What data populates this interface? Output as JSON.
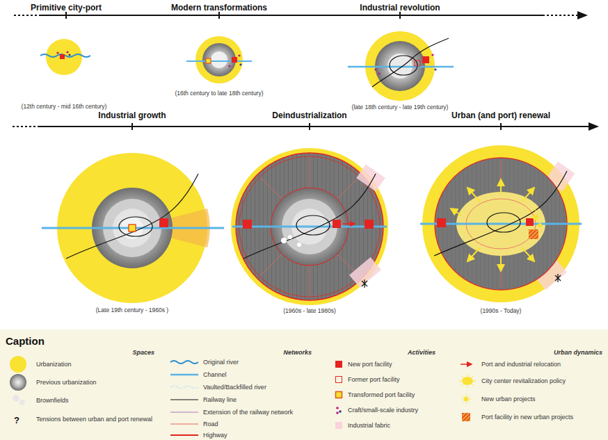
{
  "diagram": {
    "labels": [
      "Primitive city-port",
      "Modern transformations",
      "Industrial revolution",
      "(12th century - mid 16th century)",
      "(16th century to late 18th century)",
      "(late 18th century - late 19th century)",
      "Industrial growth",
      "Deindustrialization",
      "Urban (and port) renewal",
      "(Late 19th century - 1960s )",
      "(1960s - late 1980s)",
      "(1990s - Today)",
      "Caption",
      "Spaces",
      "Networks",
      "Activities",
      "Urban dynamics",
      "?"
    ],
    "legend": [
      {
        "text": "Urbanization",
        "color": "#f9e231"
      },
      {
        "text": "Previous urbanization"
      },
      {
        "text": "Brownfields"
      },
      {
        "text": "Tensions between urban and port renewal"
      },
      {
        "text": "Original river"
      },
      {
        "text": "Channel"
      },
      {
        "text": "Vaulted/Backfilled river"
      },
      {
        "text": "Railway line"
      },
      {
        "text": "Extension of the railway network"
      },
      {
        "text": "Road"
      },
      {
        "text": "Highway"
      },
      {
        "text": "New port facility",
        "color": "#e52421"
      },
      {
        "text": "Former port facility"
      },
      {
        "text": "Transformed port facility"
      },
      {
        "text": "Craft/small-scale industry"
      },
      {
        "text": "Industrial fabric",
        "color": "#f8d3da"
      },
      {
        "text": "Port and industrial relocation"
      },
      {
        "text": "City center revitalization policy"
      },
      {
        "text": "New urban projects"
      },
      {
        "text": "Port facility in new urban projects"
      }
    ]
  }
}
